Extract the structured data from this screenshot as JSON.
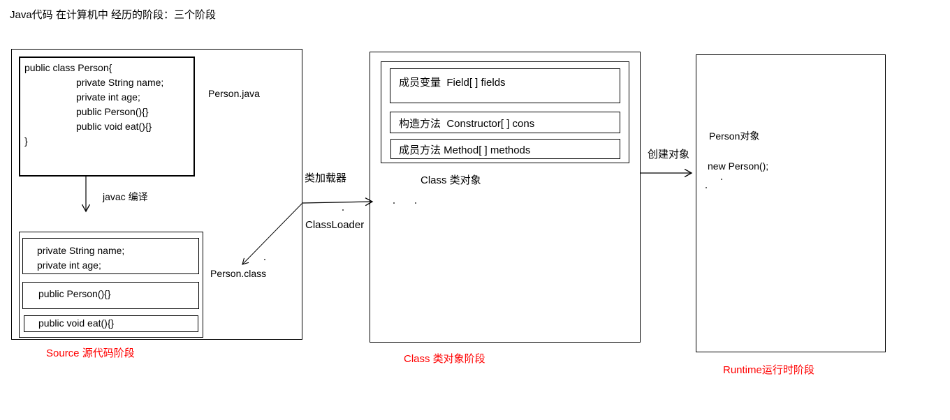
{
  "title": "Java代码 在计算机中 经历的阶段：三个阶段",
  "colors": {
    "line": "#000000",
    "stage_caption": "#ff0000"
  },
  "stage_source": {
    "file_label": "Person.java",
    "code_lines": [
      "public class Person{",
      "private String name;",
      "private int age;",
      "",
      "public Person(){}",
      "",
      "public void eat(){}",
      "}"
    ],
    "compile_label": "javac 编译",
    "class_file_label": "Person.class",
    "class_file": {
      "fields_line1": "private String name;",
      "fields_line2": "private int age;",
      "constructor": "public Person(){}",
      "method": "public void eat(){}"
    },
    "caption": "Source 源代码阶段"
  },
  "loader": {
    "label_cn": "类加载器",
    "label_en": "ClassLoader"
  },
  "stage_class": {
    "rows": [
      "成员变量  Field[ ] fields",
      "构造方法  Constructor[ ] cons",
      "成员方法 Method[ ] methods"
    ],
    "object_label": "Class 类对象",
    "caption": "Class 类对象阶段"
  },
  "create_label": "创建对象",
  "stage_runtime": {
    "object_label": "Person对象",
    "code": "new Person();",
    "caption": "Runtime运行时阶段"
  }
}
